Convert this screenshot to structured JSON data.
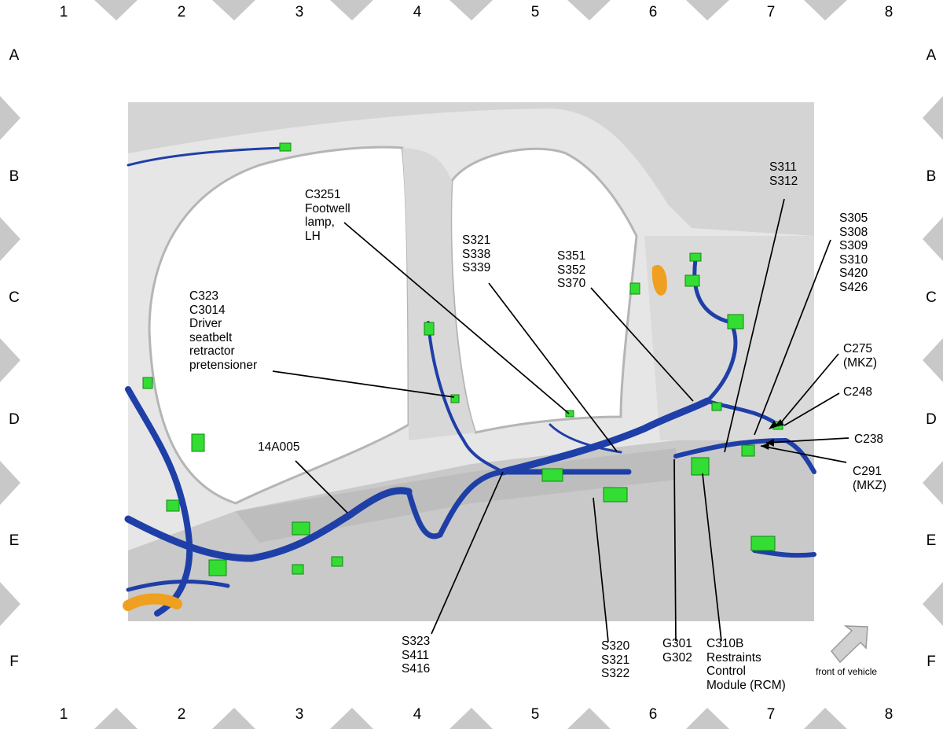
{
  "grid": {
    "columns": [
      "1",
      "2",
      "3",
      "4",
      "5",
      "6",
      "7",
      "8"
    ],
    "rows": [
      "A",
      "B",
      "C",
      "D",
      "E",
      "F"
    ]
  },
  "callouts": [
    {
      "id": "c3251",
      "text": "C3251\nFootwell\nlamp,\nLH"
    },
    {
      "id": "s321a",
      "text": "S321\nS338\nS339"
    },
    {
      "id": "s351",
      "text": "S351\nS352\nS370"
    },
    {
      "id": "s311",
      "text": "S311\nS312"
    },
    {
      "id": "s305",
      "text": "S305\nS308\nS309\nS310\nS420\nS426"
    },
    {
      "id": "c323",
      "text": "C323\nC3014\nDriver\nseatbelt\nretractor\npretensioner"
    },
    {
      "id": "c275",
      "text": "C275\n(MKZ)"
    },
    {
      "id": "c248",
      "text": "C248"
    },
    {
      "id": "c238",
      "text": "C238"
    },
    {
      "id": "c291",
      "text": "C291\n(MKZ)"
    },
    {
      "id": "h14a005",
      "text": "14A005"
    },
    {
      "id": "s323",
      "text": "S323\nS411\nS416"
    },
    {
      "id": "s320",
      "text": "S320\nS321\nS322"
    },
    {
      "id": "g301",
      "text": "G301\nG302"
    },
    {
      "id": "c310b",
      "text": "C310B\nRestraints\nControl\nModule (RCM)"
    }
  ],
  "orientation": {
    "label": "front of vehicle"
  },
  "colors": {
    "harness": "#1f3fa8",
    "connector": "#33dd33",
    "body": "#cfcfcf",
    "diamond": "#c8c8c8",
    "orange": "#f0a020"
  }
}
